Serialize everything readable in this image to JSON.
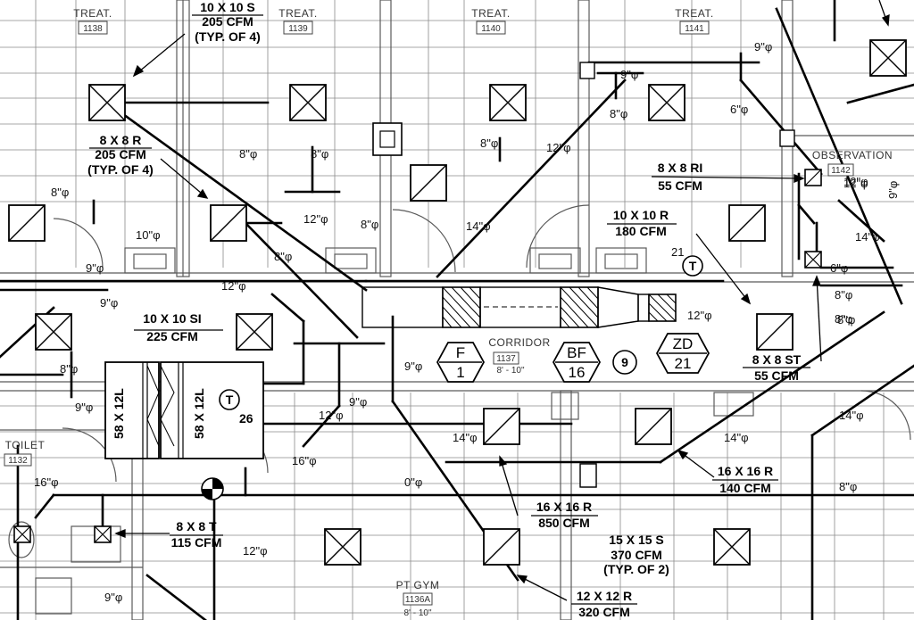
{
  "rooms": [
    {
      "name": "TREAT.",
      "number": "1138"
    },
    {
      "name": "TREAT.",
      "number": "1139"
    },
    {
      "name": "TREAT.",
      "number": "1140"
    },
    {
      "name": "TREAT.",
      "number": "1141"
    },
    {
      "name": "OBSERVATION",
      "number": "1142"
    },
    {
      "name": "CORRIDOR",
      "number": "1137",
      "height": "8' - 10\""
    },
    {
      "name": "TOILET",
      "number": "1132"
    },
    {
      "name": "PT GYM",
      "number": "1136A",
      "height": "8' - 10\""
    }
  ],
  "callouts": [
    {
      "line1": "10 X 10 S",
      "line2": "205 CFM",
      "line3": "(TYP. OF 4)"
    },
    {
      "line1": "8 X 8 R",
      "line2": "205 CFM",
      "line3": "(TYP. OF 4)"
    },
    {
      "line1": "8 X 8 RI",
      "line2": "55 CFM"
    },
    {
      "line1": "10 X 10 R",
      "line2": "180 CFM"
    },
    {
      "line1": "10 X 10 SI",
      "line2": "225 CFM"
    },
    {
      "line1": "8 X 8 ST",
      "line2": "55 CFM"
    },
    {
      "line1": "16 X 16 R",
      "line2": "140 CFM"
    },
    {
      "line1": "16 X 16 R",
      "line2": "850 CFM"
    },
    {
      "line1": "8 X 8 T",
      "line2": "115 CFM"
    },
    {
      "line1": "15 X 15 S",
      "line2": "370 CFM",
      "line3": "(TYP. OF 2)"
    },
    {
      "line1": "12 X 12 R",
      "line2": "320 CFM"
    }
  ],
  "duct_sizes": [
    "9\"φ",
    "9\"φ",
    "8\"φ",
    "6\"φ",
    "8\"φ",
    "8\"φ",
    "8\"φ",
    "12\"φ",
    "8\"φ",
    "10\"φ",
    "12\"φ",
    "8\"φ",
    "14\"φ",
    "8\"φ",
    "12\"φ",
    "9\"φ",
    "8\"φ",
    "12\"φ",
    "9\"φ",
    "12\"φ",
    "8\"φ",
    "9\"φ",
    "12\"φ",
    "9\"φ",
    "8\"φ",
    "9\"φ",
    "14\"φ",
    "16\"φ",
    "0\"φ",
    "14\"φ",
    "16\"φ",
    "14\"φ",
    "8\"φ",
    "12\"φ",
    "9\"φ",
    "8\"φ",
    "6\"φ",
    "14\"φ",
    "12\"φ",
    "9\"φ"
  ],
  "tags": [
    {
      "top": "F",
      "bottom": "1"
    },
    {
      "top": "BF",
      "bottom": "16"
    },
    {
      "top": "ZD",
      "bottom": "21"
    }
  ],
  "circle_tags": [
    "9"
  ],
  "thermostats": [
    {
      "symbol": "T",
      "number": "21"
    },
    {
      "symbol": "T",
      "number": "26"
    }
  ],
  "units": [
    "58 X 12L",
    "58 X 12L"
  ]
}
